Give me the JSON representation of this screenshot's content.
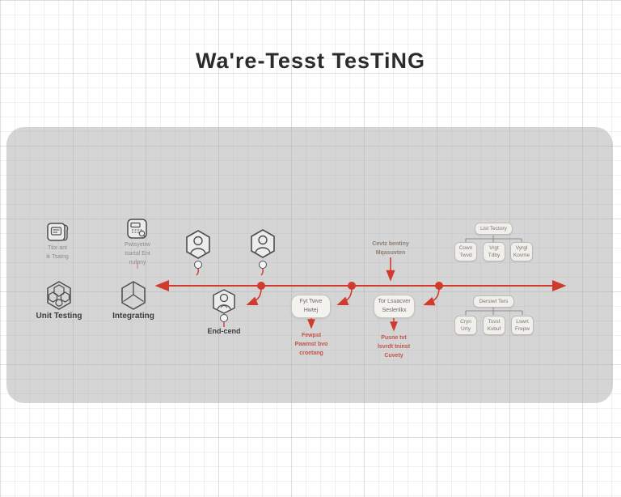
{
  "title": "Wa're-Tesst TesTiNG",
  "colors": {
    "accent_red": "#cf3b2c",
    "panel_gray": "#d2d2d2"
  },
  "panel": {
    "top_left": [
      {
        "icon": "document-screen-icon",
        "label": "Ttor ant\nik Tsatng"
      },
      {
        "icon": "report-magnifier-icon",
        "label": "Pwtsyetrw\nIsartal Ent\nnufony"
      }
    ],
    "bottom_left": [
      {
        "icon": "hexagon-cluster-icon",
        "label": "Unit Testing"
      },
      {
        "icon": "cube-icon",
        "label": "Integrating"
      }
    ],
    "badges": {
      "below_label": "End-cend"
    },
    "center_annotation": "Cevtz bentiny\nMqasuvten",
    "steps": [
      {
        "label": "Fyt Twve\nHwtej",
        "note": "Fewpst\nPawmst bvo\ncroetang"
      },
      {
        "label": "Tor Lsuacver\nSeslenlkx",
        "note": "Pusne tvt\nlsvrdt tninst\nCuvety"
      }
    ],
    "tree_top": {
      "parent": "List Tectory",
      "children": [
        "Cown\nTwvd",
        "Vrgt\nTdby",
        "Vyrgl\nKovme"
      ]
    },
    "tree_bottom": {
      "parent": "Dersiwt Ters",
      "children": [
        "Cryn\nUrty",
        "Tsvst\nKvbuf",
        "Lswrt\nFrepw"
      ]
    }
  }
}
